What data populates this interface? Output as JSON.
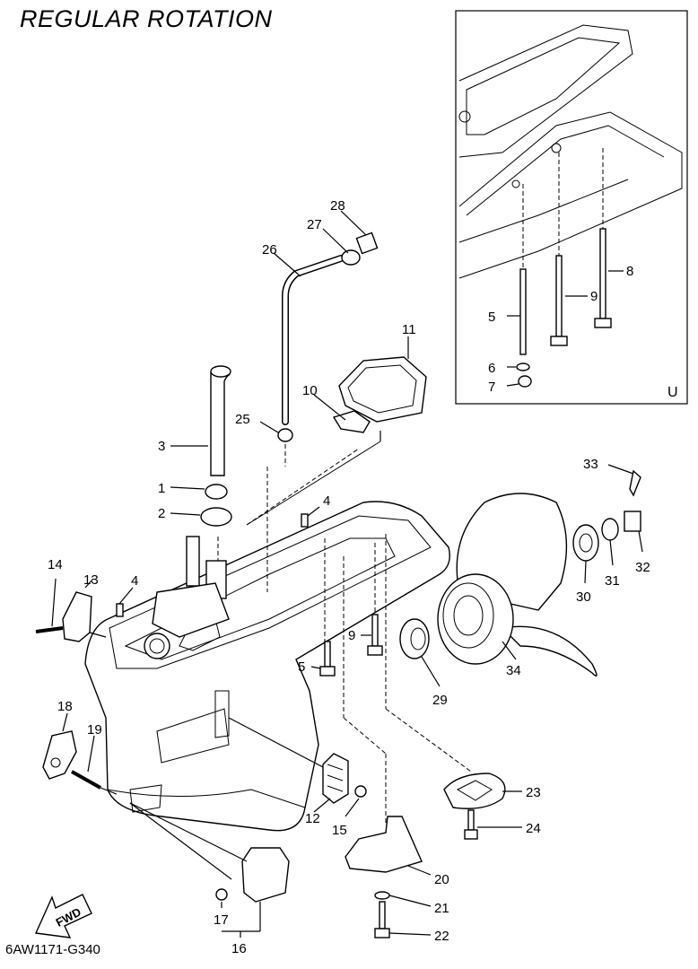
{
  "title": "REGULAR ROTATION",
  "drawing_code": "6AW1171-G340",
  "inset_tag": "U",
  "fwd_label": "FWD",
  "callouts": [
    "1",
    "2",
    "3",
    "4",
    "4",
    "5",
    "5",
    "6",
    "7",
    "8",
    "9",
    "9",
    "10",
    "11",
    "12",
    "13",
    "14",
    "15",
    "16",
    "17",
    "18",
    "19",
    "20",
    "21",
    "22",
    "23",
    "24",
    "25",
    "26",
    "27",
    "28",
    "29",
    "30",
    "31",
    "32",
    "33",
    "34"
  ]
}
